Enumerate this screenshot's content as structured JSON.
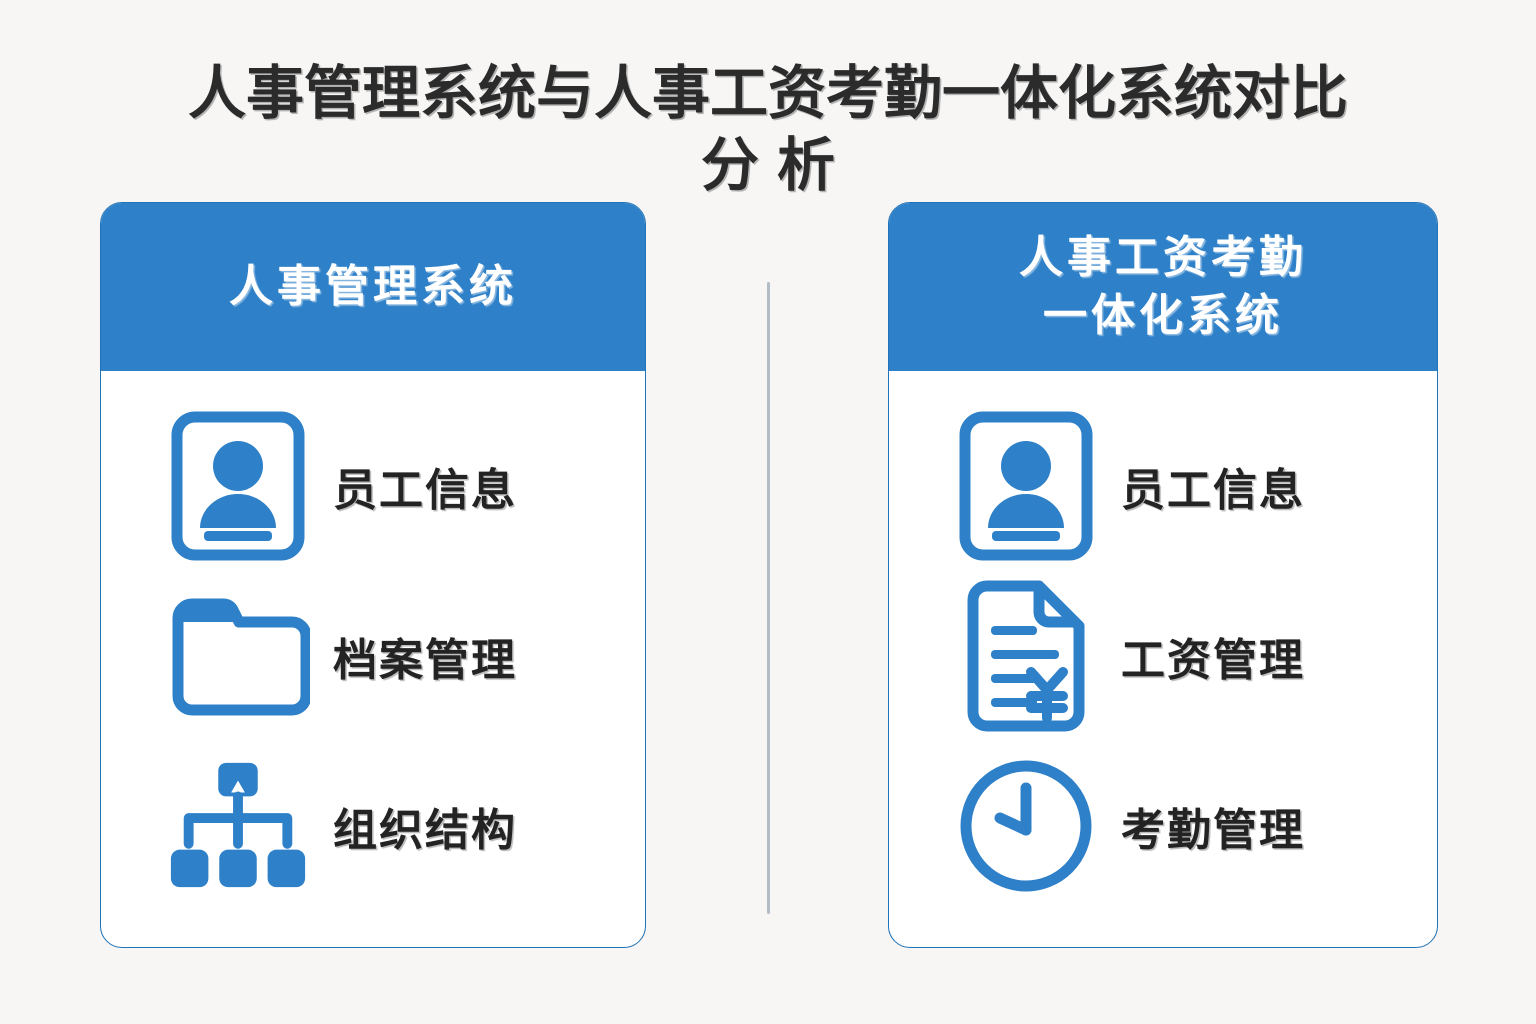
{
  "slide": {
    "background_color": "#f7f6f5",
    "accent_color": "#2e80c8",
    "title_line_1": "人事管理系统与人事工资考勤一体化系统对比",
    "title_line_2": "分析"
  },
  "divider": {
    "color": "#b2bcc7",
    "name": "vertical-divider"
  },
  "left_card": {
    "header_line_1": "人事管理系统",
    "header_line_2": "",
    "features": [
      {
        "label": "员工信息",
        "icon": "person-card-icon"
      },
      {
        "label": "档案管理",
        "icon": "folder-icon"
      },
      {
        "label": "组织结构",
        "icon": "org-chart-icon"
      }
    ]
  },
  "right_card": {
    "header_line_1": "人事工资考勤",
    "header_line_2": "一体化系统",
    "features": [
      {
        "label": "员工信息",
        "icon": "person-card-icon"
      },
      {
        "label": "工资管理",
        "icon": "payroll-document-icon"
      },
      {
        "label": "考勤管理",
        "icon": "clock-icon"
      }
    ]
  }
}
